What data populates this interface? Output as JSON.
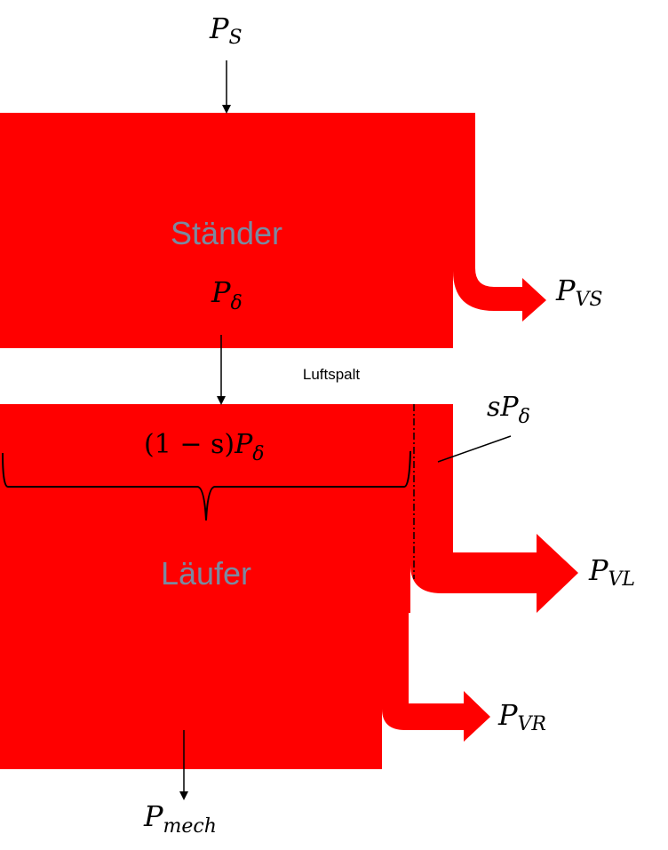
{
  "colors": {
    "block": "#ff0000",
    "block_label": "#7a8aa0",
    "line": "#000000"
  },
  "blocks": {
    "stator": "Ständer",
    "rotor": "Läufer"
  },
  "air_gap_label": "Luftspalt",
  "powers": {
    "input": {
      "main": "P",
      "sub": "S"
    },
    "air_gap": {
      "main": "P",
      "sub": "δ"
    },
    "rotor_share": {
      "prefix": "(1 − s)",
      "main": "P",
      "sub": "δ"
    },
    "slip_power": {
      "prefix": "s",
      "main": "P",
      "sub": "δ"
    },
    "stator_loss": {
      "main": "P",
      "sub": "VS"
    },
    "rotor_copper_loss": {
      "main": "P",
      "sub": "VL"
    },
    "friction_loss": {
      "main": "P",
      "sub": "VR"
    },
    "mechanical": {
      "main": "P",
      "sub": "mech"
    }
  }
}
